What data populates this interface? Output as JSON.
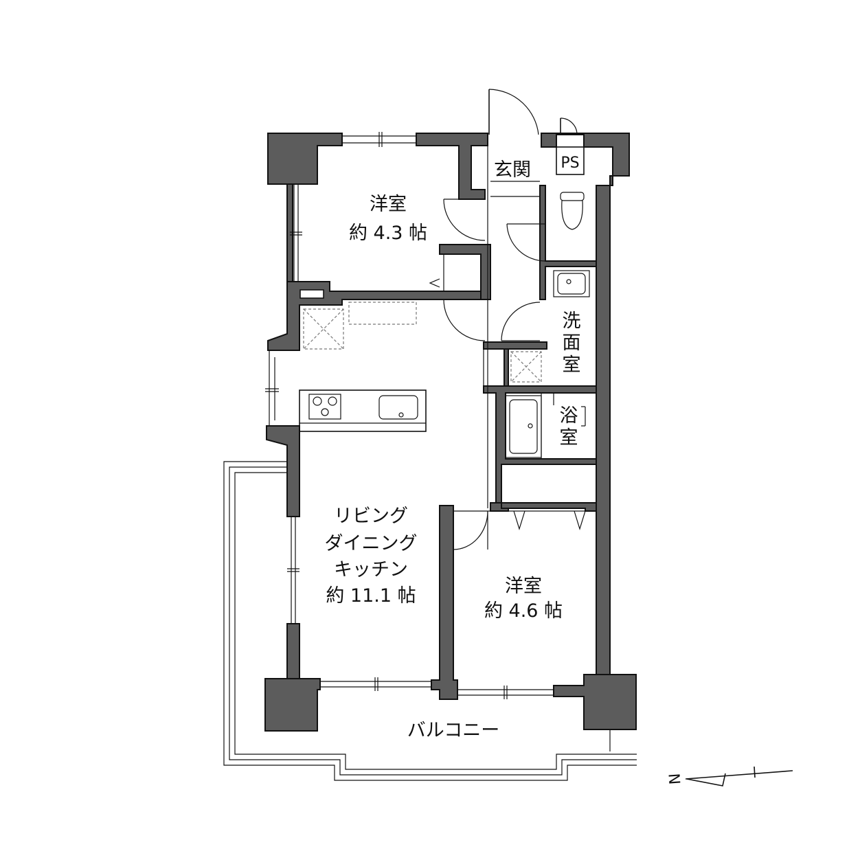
{
  "rooms": {
    "western_room_upper": {
      "name": "洋室",
      "area": "約 4.3 帖"
    },
    "western_room_lower": {
      "name": "洋室",
      "area": "約 4.6 帖"
    },
    "ldk": {
      "line1": "リビング",
      "line2": "ダイニング",
      "line3": "キッチン",
      "area": "約 11.1 帖"
    },
    "entrance": {
      "name": "玄関"
    },
    "pipe_space": {
      "name": "PS"
    },
    "washroom": {
      "line1": "洗",
      "line2": "面",
      "line3": "室"
    },
    "bathroom": {
      "line1": "浴",
      "line2": "室"
    },
    "balcony": {
      "name": "バルコニー"
    }
  },
  "compass": {
    "north_label": "N"
  }
}
